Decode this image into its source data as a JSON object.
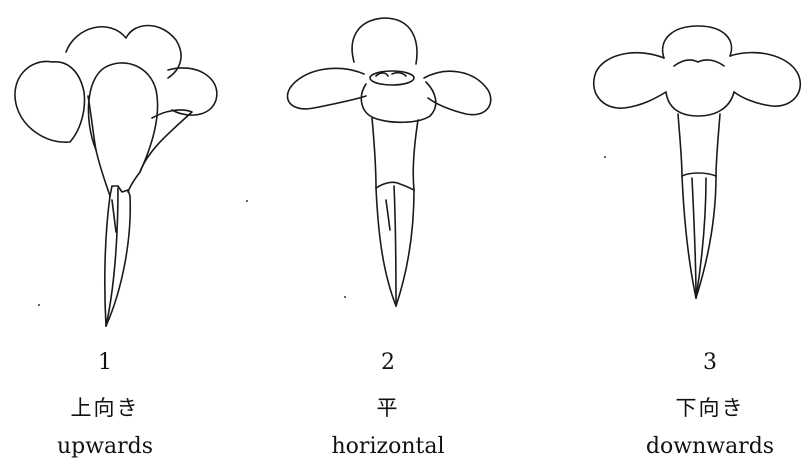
{
  "figures": [
    {
      "number": "1",
      "label_jp": "上向き",
      "label_en": "upwards",
      "icon": "flower-upwards-icon"
    },
    {
      "number": "2",
      "label_jp": "平",
      "label_en": "horizontal",
      "icon": "flower-horizontal-icon"
    },
    {
      "number": "3",
      "label_jp": "下向き",
      "label_en": "downwards",
      "icon": "flower-downwards-icon"
    }
  ]
}
